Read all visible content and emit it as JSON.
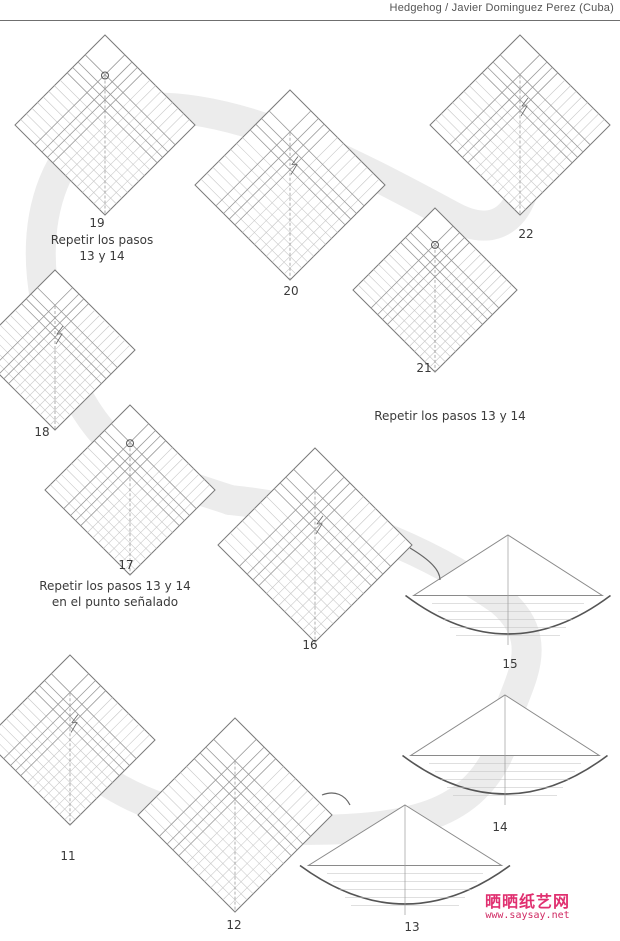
{
  "header": {
    "title": "Hedgehog / Javier Dominguez Perez (Cuba)"
  },
  "steps": [
    {
      "number": "11",
      "note": []
    },
    {
      "number": "12",
      "note": []
    },
    {
      "number": "13",
      "note": []
    },
    {
      "number": "14",
      "note": []
    },
    {
      "number": "15",
      "note": []
    },
    {
      "number": "16",
      "note": []
    },
    {
      "number": "17",
      "note": [
        "Repetir los pasos 13 y 14",
        "en el punto señalado"
      ]
    },
    {
      "number": "18",
      "note": []
    },
    {
      "number": "19",
      "note": [
        "Repetir los pasos",
        "13 y 14"
      ]
    },
    {
      "number": "20",
      "note": []
    },
    {
      "number": "21",
      "note": [
        "Repetir los pasos 13 y 14"
      ]
    },
    {
      "number": "22",
      "note": []
    }
  ],
  "watermark": {
    "chinese": "晒晒纸艺网",
    "url": "www.saysay.net"
  }
}
